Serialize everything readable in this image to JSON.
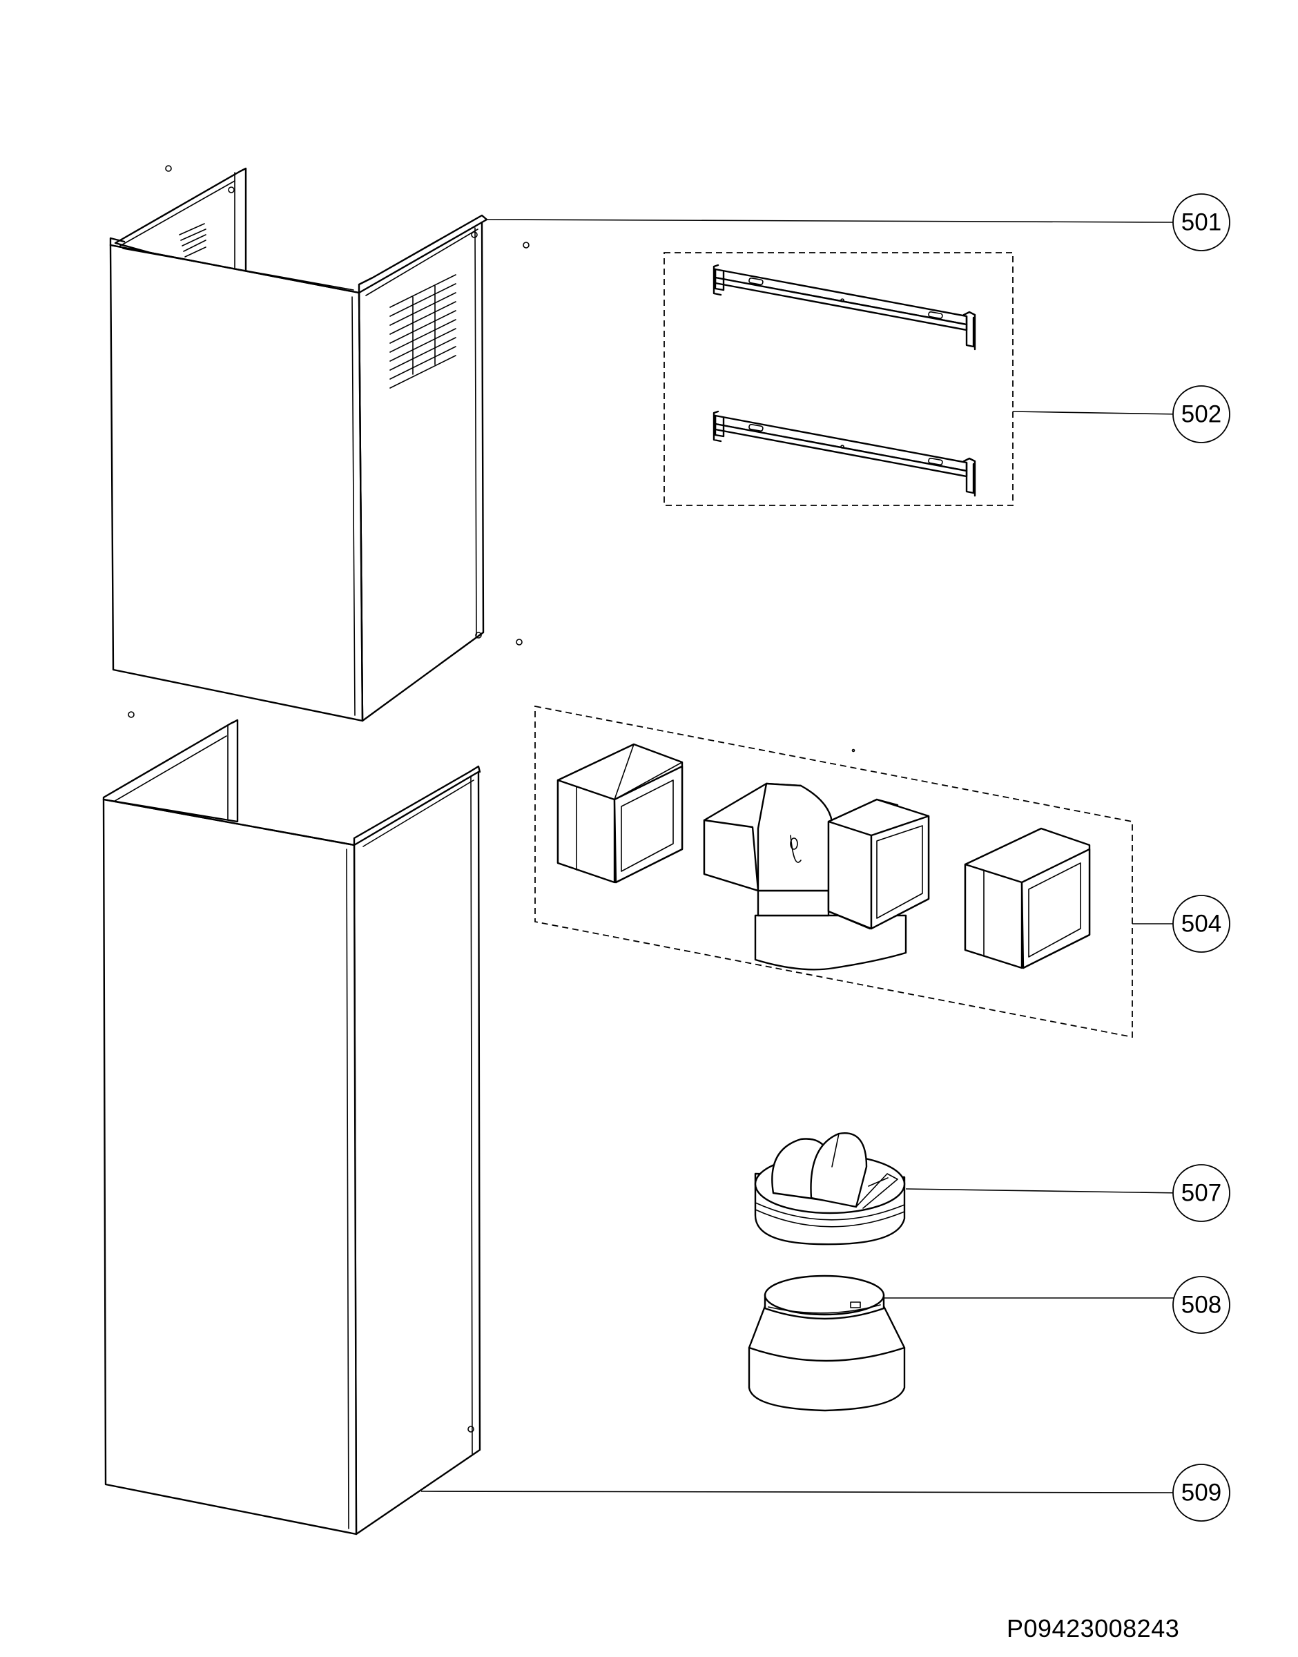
{
  "callouts": {
    "c501": "501",
    "c502": "502",
    "c504": "504",
    "c507": "507",
    "c508": "508",
    "c509": "509"
  },
  "part_code": "P09423008243"
}
